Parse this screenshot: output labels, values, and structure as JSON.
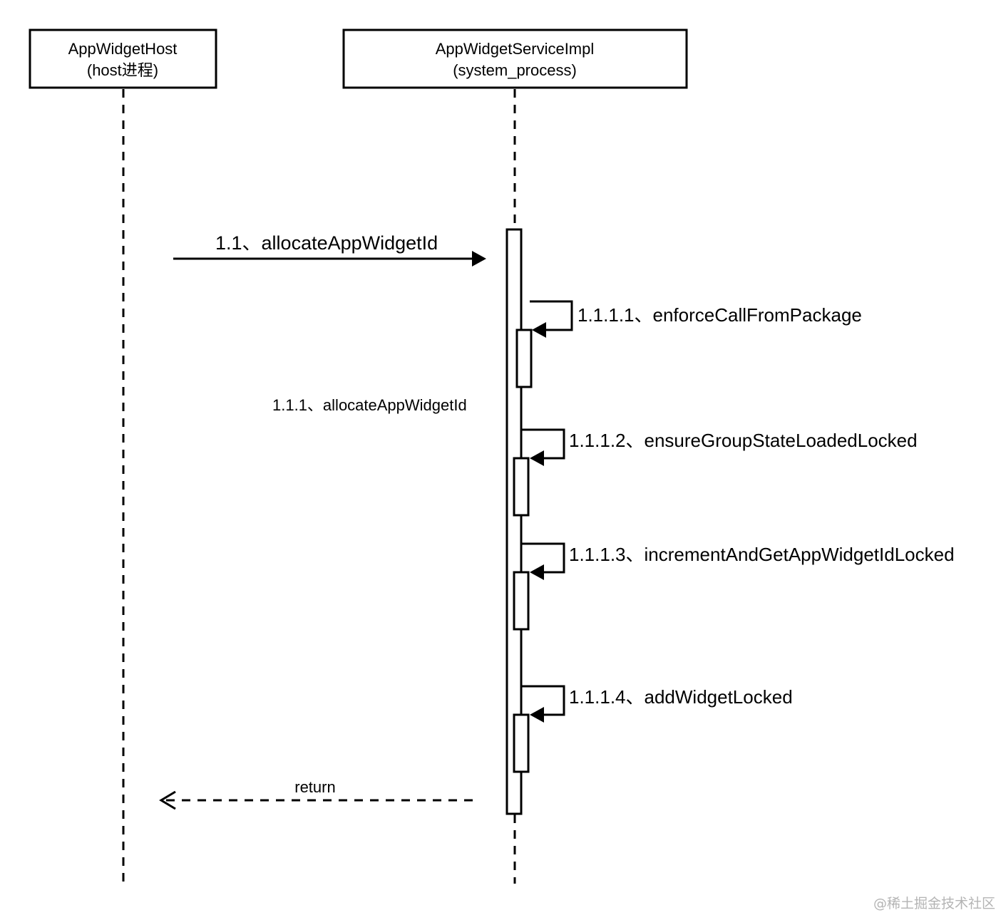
{
  "participants": {
    "host": {
      "name": "AppWidgetHost",
      "process": "(host进程)"
    },
    "service": {
      "name": "AppWidgetServiceImpl",
      "process": "(system_process)"
    }
  },
  "messages": {
    "m_1_1": "1.1、allocateAppWidgetId",
    "m_1_1_1": "1.1.1、allocateAppWidgetId",
    "m_1_1_1_1": "1.1.1.1、enforceCallFromPackage",
    "m_1_1_1_2": "1.1.1.2、ensureGroupStateLoadedLocked",
    "m_1_1_1_3": "1.1.1.3、incrementAndGetAppWidgetIdLocked",
    "m_1_1_1_4": "1.1.1.4、addWidgetLocked",
    "ret": "return"
  },
  "watermark": "@稀土掘金技术社区",
  "colors": {
    "line": "#000000",
    "background": "#ffffff",
    "watermark": "#b4b4b4"
  }
}
